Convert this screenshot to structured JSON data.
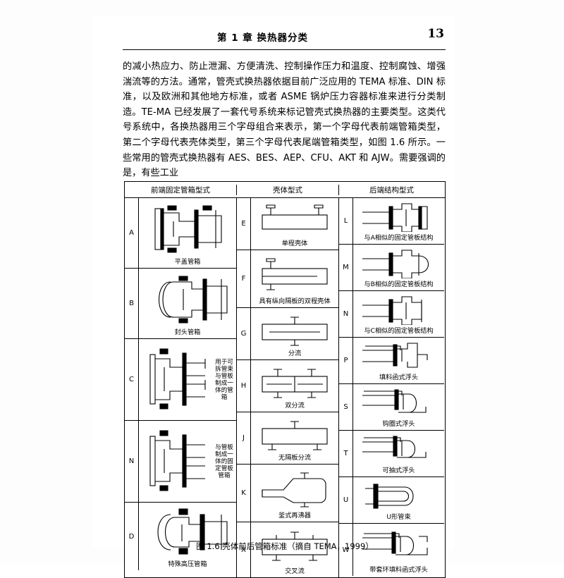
{
  "header": {
    "chapter_title": "第 1 章  换热器分类",
    "page_number": "13"
  },
  "body": {
    "paragraph": "的减小热应力、防止泄漏、方便清洗、控制操作压力和温度、控制腐蚀、增强湍流等的方法。通常，管壳式换热器依据目前广泛应用的 TEMA 标准、DIN 标准，以及欧洲和其他地方标准，或者 ASME 锅炉压力容器标准来进行分类制造。TE-MA 已经发展了一套代号系统来标记管壳式换热器的主要类型。这类代号系统中，各换热器用三个字母组合来表示，第一个字母代表前端管箱类型，第二个字母代表壳体类型，第三个字母代表尾端管箱类型，如图 1.6 所示。一些常用的管壳式换热器有 AES、BES、AEP、CFU、AKT 和 AJW。需要强调的是，有些工业"
  },
  "figure": {
    "headers": {
      "front": "前端固定管箱型式",
      "shell": "壳体型式",
      "rear": "后端结构型式"
    },
    "front_column": [
      {
        "letter": "A",
        "caption": "平盖管箱"
      },
      {
        "letter": "B",
        "caption": "封头管箱"
      },
      {
        "letter": "C",
        "caption": "用于可拆管束与管板制成一体的管箱"
      },
      {
        "letter": "N",
        "caption": "与管板制成一体的固定管板管箱"
      },
      {
        "letter": "D",
        "caption": "特殊高压管箱"
      }
    ],
    "shell_column": [
      {
        "letter": "E",
        "caption": "单程壳体"
      },
      {
        "letter": "F",
        "caption": "具有纵向隔板的双程壳体"
      },
      {
        "letter": "G",
        "caption": "分流"
      },
      {
        "letter": "H",
        "caption": "双分流"
      },
      {
        "letter": "J",
        "caption": "无隔板分流"
      },
      {
        "letter": "K",
        "caption": "釜式再沸器"
      },
      {
        "letter": "X",
        "caption": "交叉流"
      }
    ],
    "rear_column": [
      {
        "letter": "L",
        "caption": "与A相似的固定管板结构"
      },
      {
        "letter": "M",
        "caption": "与B相似的固定管板结构"
      },
      {
        "letter": "N",
        "caption": "与C相似的固定管板结构"
      },
      {
        "letter": "P",
        "caption": "填料函式浮头"
      },
      {
        "letter": "S",
        "caption": "钩圈式浮头"
      },
      {
        "letter": "T",
        "caption": "可抽式浮头"
      },
      {
        "letter": "U",
        "caption": "U形管束"
      },
      {
        "letter": "W",
        "caption": "带套环填料函式浮头"
      }
    ],
    "caption": "图 1.6  壳体前后管箱标准（摘自 TEMA，1999）"
  }
}
